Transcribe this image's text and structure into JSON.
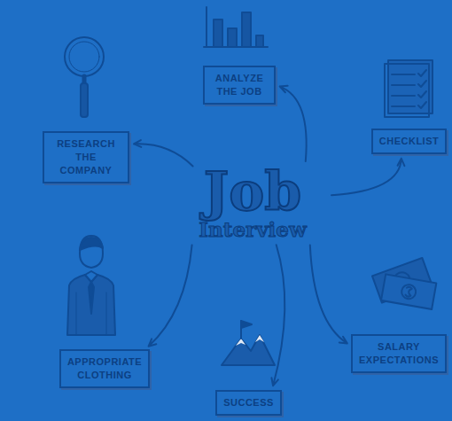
{
  "diagram": {
    "nodes": [
      {
        "text": [
          "ANALYZE THE JOB"
        ]
      },
      {
        "text": [
          "RESEARCH THE COMPANY"
        ]
      },
      {
        "text": [
          "CHECKLIST"
        ]
      },
      {
        "text": [
          "Job",
          "Interview"
        ]
      },
      {
        "text": [
          "SALARY EXPECTATIONS"
        ]
      },
      {
        "text": [
          "APPROPRIATE CLOTHING"
        ]
      },
      {
        "text": [
          "SUCCESS"
        ]
      }
    ],
    "edges": [
      {
        "from": 3,
        "to": 0,
        "arrow": "to"
      },
      {
        "from": 3,
        "to": 1,
        "arrow": "to"
      },
      {
        "from": 3,
        "to": 2,
        "arrow": "to"
      },
      {
        "from": 3,
        "to": 4,
        "arrow": "to"
      },
      {
        "from": 3,
        "to": 5,
        "arrow": "to"
      },
      {
        "from": 3,
        "to": 6,
        "arrow": "to"
      }
    ]
  }
}
